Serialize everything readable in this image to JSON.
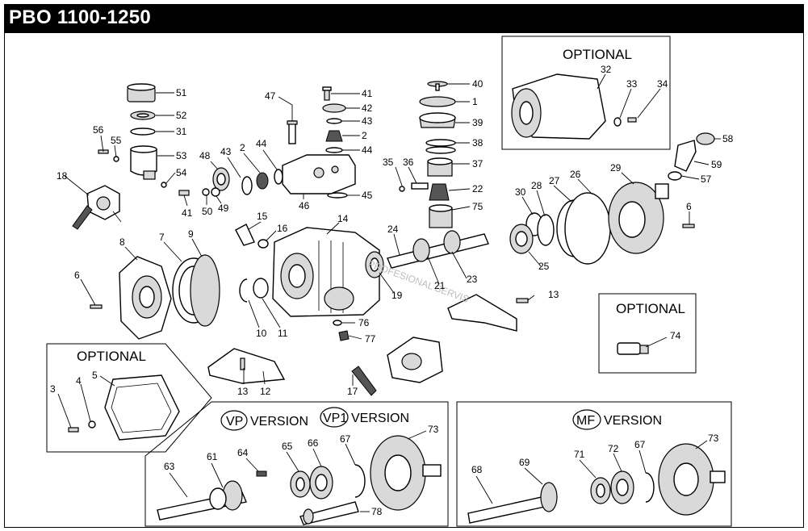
{
  "title": "PBO 1100-1250",
  "optional_label": "OPTIONAL",
  "watermark": "PROFESIONAL SERVIS",
  "versions": {
    "vp": {
      "badge": "VP",
      "label": "VERSION"
    },
    "vp1": {
      "badge": "VP1",
      "label": "VERSION"
    },
    "mf": {
      "badge": "MF",
      "label": "VERSION"
    }
  },
  "part_numbers": {
    "p51": "51",
    "p52": "52",
    "p31": "31",
    "p53": "53",
    "p54": "54",
    "p56": "56",
    "p55": "55",
    "p18": "18",
    "p47": "47",
    "p41a": "41",
    "p42": "42",
    "p43a": "43",
    "p2a": "2",
    "p44a": "44",
    "p45": "45",
    "p46": "46",
    "p48": "48",
    "p43b": "43",
    "p2b": "2",
    "p44b": "44",
    "p41b": "41",
    "p50": "50",
    "p49": "49",
    "p40": "40",
    "p1": "1",
    "p39": "39",
    "p38": "38",
    "p37": "37",
    "p35": "35",
    "p36": "36",
    "p22": "22",
    "p75": "75",
    "p32": "32",
    "p33": "33",
    "p34": "34",
    "p58": "58",
    "p59": "59",
    "p57": "57",
    "p30": "30",
    "p28": "28",
    "p27": "27",
    "p26": "26",
    "p29": "29",
    "p6a": "6",
    "p25": "25",
    "p15": "15",
    "p16": "16",
    "p14": "14",
    "p8": "8",
    "p7": "7",
    "p9": "9",
    "p6b": "6",
    "p10": "10",
    "p11": "11",
    "p24": "24",
    "p19": "19",
    "p21": "21",
    "p23": "23",
    "p13a": "13",
    "p76": "76",
    "p77": "77",
    "p74": "74",
    "p3": "3",
    "p4": "4",
    "p5": "5",
    "p13b": "13",
    "p12": "12",
    "p17": "17",
    "p63": "63",
    "p61": "61",
    "p64": "64",
    "p65": "65",
    "p66": "66",
    "p67a": "67",
    "p73a": "73",
    "p78": "78",
    "p68": "68",
    "p69": "69",
    "p71": "71",
    "p72": "72",
    "p67b": "67",
    "p73b": "73"
  }
}
